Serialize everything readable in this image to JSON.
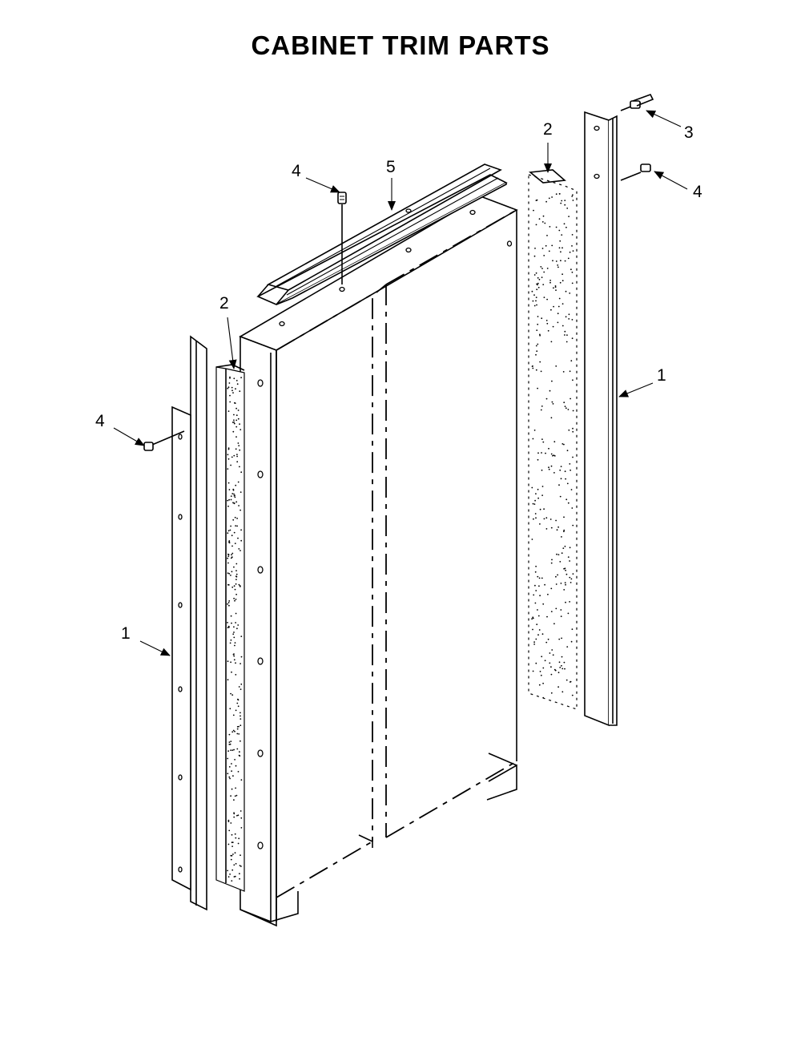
{
  "title": "CABINET TRIM PARTS",
  "callouts": {
    "left_trim": "1",
    "right_trim": "1",
    "left_foam": "2",
    "right_foam": "2",
    "right_screw": "3",
    "top_screw": "4",
    "right_top_screw": "4",
    "left_screw": "4",
    "top_rail": "5"
  }
}
